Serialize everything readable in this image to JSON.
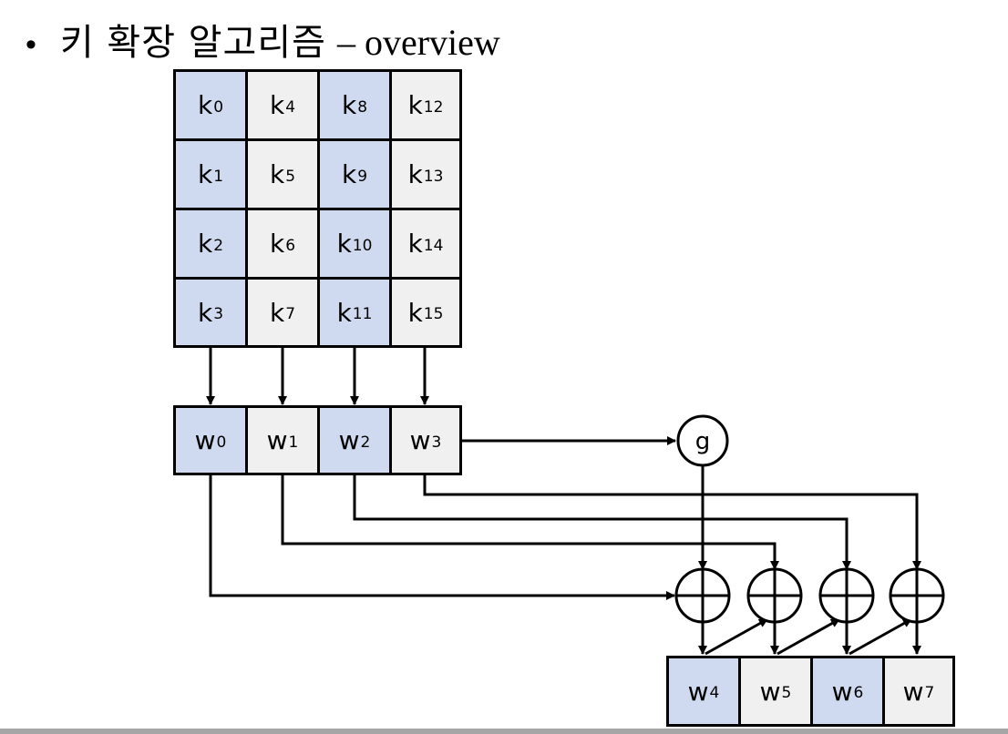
{
  "title": {
    "bullet": "•",
    "main": "키 확장 알고리즘",
    "dash": "–",
    "sub": "overview"
  },
  "key_matrix": [
    {
      "base": "k",
      "sub": "0"
    },
    {
      "base": "k",
      "sub": "4"
    },
    {
      "base": "k",
      "sub": "8"
    },
    {
      "base": "k",
      "sub": "12"
    },
    {
      "base": "k",
      "sub": "1"
    },
    {
      "base": "k",
      "sub": "5"
    },
    {
      "base": "k",
      "sub": "9"
    },
    {
      "base": "k",
      "sub": "13"
    },
    {
      "base": "k",
      "sub": "2"
    },
    {
      "base": "k",
      "sub": "6"
    },
    {
      "base": "k",
      "sub": "10"
    },
    {
      "base": "k",
      "sub": "14"
    },
    {
      "base": "k",
      "sub": "3"
    },
    {
      "base": "k",
      "sub": "7"
    },
    {
      "base": "k",
      "sub": "11"
    },
    {
      "base": "k",
      "sub": "15"
    }
  ],
  "words_input": [
    {
      "base": "w",
      "sub": "0"
    },
    {
      "base": "w",
      "sub": "1"
    },
    {
      "base": "w",
      "sub": "2"
    },
    {
      "base": "w",
      "sub": "3"
    }
  ],
  "words_output": [
    {
      "base": "w",
      "sub": "4"
    },
    {
      "base": "w",
      "sub": "5"
    },
    {
      "base": "w",
      "sub": "6"
    },
    {
      "base": "w",
      "sub": "7"
    }
  ],
  "g_function": "g",
  "colors": {
    "blue_cell": "#cfd9ef",
    "gray_cell": "#f0f0f0",
    "line": "#000000",
    "bottom_bar": "#a6a6a6"
  }
}
